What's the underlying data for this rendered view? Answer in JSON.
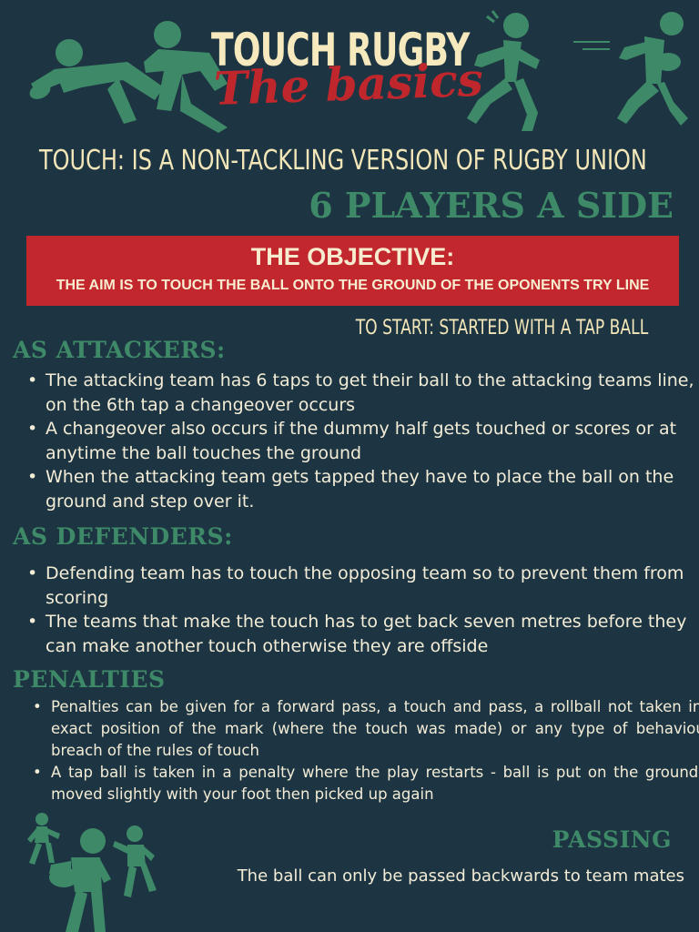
{
  "header": {
    "title": "TOUCH RUGBY",
    "script_title": "The basics"
  },
  "tagline": "TOUCH:  IS A NON-TACKLING VERSION OF RUGBY UNION",
  "players_per_side": "6 PLAYERS A SIDE",
  "objective": {
    "title": "THE OBJECTIVE:",
    "text": "THE AIM IS TO TOUCH THE BALL ONTO THE GROUND OF THE OPONENTS TRY LINE"
  },
  "start_note": "TO START: STARTED WITH A TAP BALL",
  "attackers": {
    "heading": "AS ATTACKERS:",
    "items": [
      "The attacking team has 6 taps to get their ball to the attacking teams line, on the 6th tap a changeover occurs",
      "A changeover also occurs if the dummy half gets touched or scores or at anytime the ball touches the ground",
      "When the attacking team gets tapped they have to place the ball on the ground and step over it."
    ]
  },
  "defenders": {
    "heading": "AS DEFENDERS:",
    "items": [
      "Defending team has to touch the opposing team so to prevent them from scoring",
      "The teams that make the touch has to get back seven metres before they can make another touch otherwise they are offside"
    ]
  },
  "penalties": {
    "heading": "PENALTIES",
    "items": [
      " Penalties can be given for a forward pass, a touch and pass, a rollball not taken in the exact position of the mark (where the touch was made) or any type of behaviour in breach of the rules of touch",
      "A tap ball is taken in a penalty where the play restarts - ball is put on the ground and moved slightly with your foot then picked up again"
    ]
  },
  "passing": {
    "heading": "PASSING",
    "text": "The ball can only be passed backwards to team mates"
  },
  "colors": {
    "background": "#1d3542",
    "accent_green": "#3e8a68",
    "accent_red": "#c1272d",
    "cream": "#f6e9bd"
  },
  "icons": [
    "player-diving-icon",
    "player-reaching-icon",
    "player-running-icon",
    "player-sprinting-icon",
    "player-celebrating-icon",
    "player-ball-carrier-icon",
    "player-cheering-icon"
  ]
}
